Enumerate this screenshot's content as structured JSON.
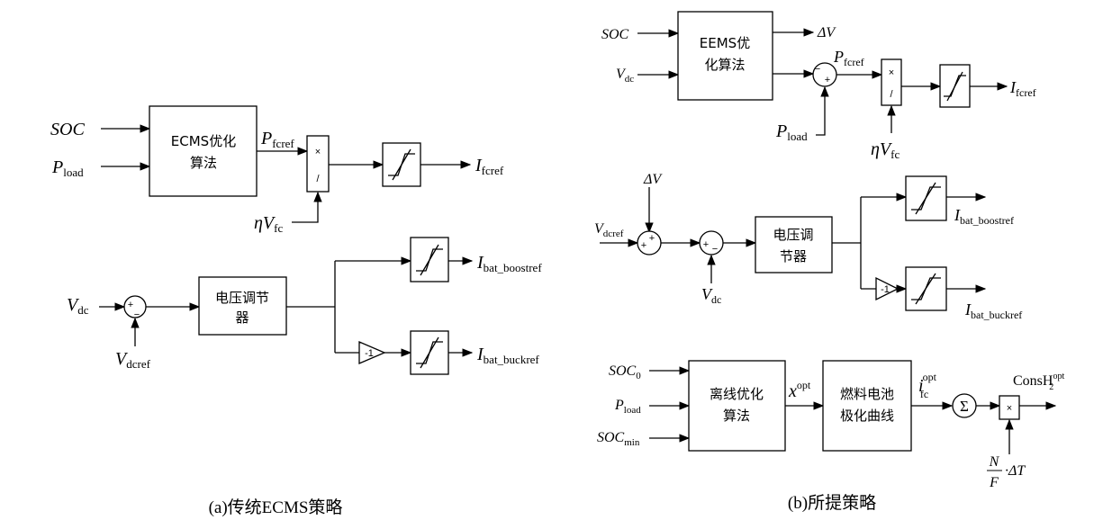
{
  "captions": {
    "a": "(a)传统ECMS策略",
    "b": "(b)所提策略"
  },
  "a": {
    "ecms_block": [
      "ECMS优化",
      "算法"
    ],
    "voltage_block": [
      "电压调节",
      "器"
    ],
    "inputs": {
      "soc": "SOC",
      "pload_main": "P",
      "pload_sub": "load",
      "vdc_main": "V",
      "vdc_sub": "dc",
      "vdcref_main": "V",
      "vdcref_sub": "dcref"
    },
    "pfcref": {
      "main": "P",
      "sub": "fcref"
    },
    "etavfc": {
      "eta": "η",
      "main": "V",
      "sub": "fc"
    },
    "outputs": {
      "ifcref": {
        "main": "I",
        "sub": "fcref"
      },
      "boost": {
        "main": "I",
        "sub": "bat_boostref"
      },
      "buck": {
        "main": "I",
        "sub": "bat_buckref"
      }
    },
    "mult_sym": "×",
    "div_sym": "/",
    "gain": "-1",
    "plus": "+",
    "minus": "−"
  },
  "b": {
    "eems_block": [
      "EEMS优",
      "化算法"
    ],
    "voltage_block": [
      "电压调",
      "节器"
    ],
    "offline_block": [
      "离线优化",
      "算法"
    ],
    "fuel_block": [
      "燃料电池",
      "极化曲线"
    ],
    "inputs": {
      "soc": "SOC",
      "vdc_main": "V",
      "vdc_sub": "dc",
      "pload_main": "P",
      "pload_sub": "load",
      "delta_v": "ΔV",
      "vdcref_main": "V",
      "vdcref_sub": "dcref",
      "soc0_main": "SOC",
      "soc0_sub": "0",
      "socmin_main": "SOC",
      "socmin_sub": "min",
      "n": "N",
      "f": "F",
      "dt": "·ΔT"
    },
    "delta_v_out": "ΔV",
    "pfcref": {
      "main": "P",
      "sub": "fcref"
    },
    "etavfc": {
      "eta": "η",
      "main": "V",
      "sub": "fc"
    },
    "xopt": {
      "main": "x",
      "sup": "opt"
    },
    "ifcopt": {
      "main": "i",
      "sub": "fc",
      "sup": "opt"
    },
    "sum_sym": "Σ",
    "cons": {
      "main": "ConsH",
      "sub": "2",
      "sup": "opt"
    },
    "outputs": {
      "ifcref": {
        "main": "I",
        "sub": "fcref"
      },
      "boost": {
        "main": "I",
        "sub": "bat_boostref"
      },
      "buck": {
        "main": "I",
        "sub": "bat_buckref"
      }
    },
    "mult_sym": "×",
    "div_sym": "/",
    "gain": "-1",
    "plus": "+",
    "minus": "−"
  }
}
